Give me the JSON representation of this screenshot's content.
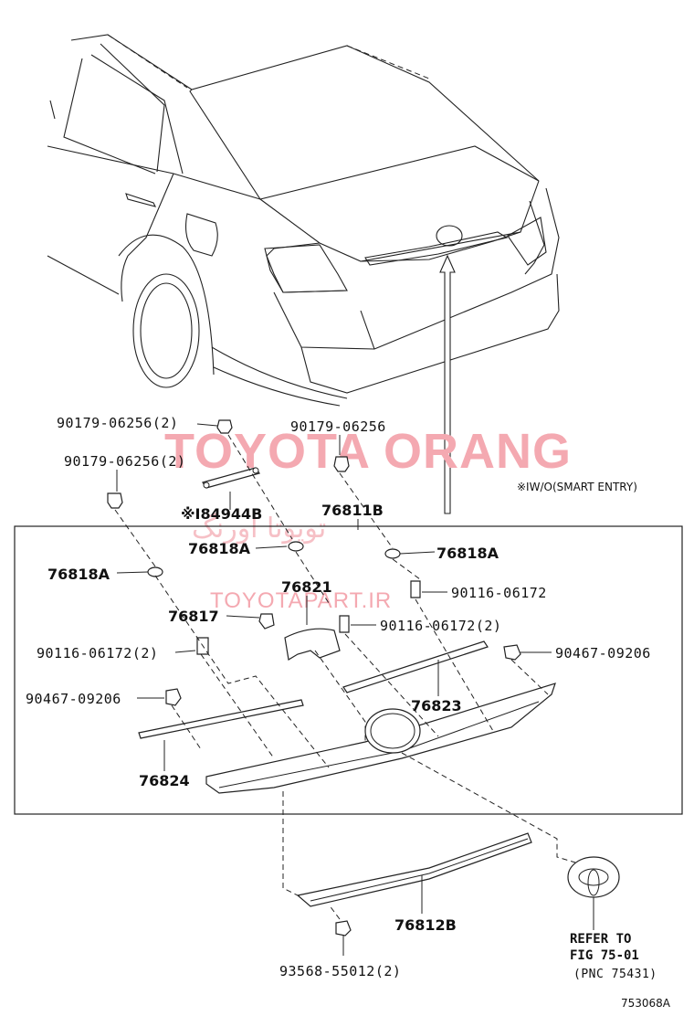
{
  "watermark": {
    "brand": "TOYOTA ORANG",
    "persian": "تویوتا اورنگ",
    "site": "TOYOTAPART.IR"
  },
  "note": "※ⅠW/O(SMART ENTRY)",
  "labels": {
    "p90179_2_top": "90179-06256(2)",
    "p90179_top_mid": "90179-06256",
    "p90179_2_left": "90179-06256(2)",
    "p84944b": "※Ⅰ84944B",
    "p76811b": "76811B",
    "p76818a_mid": "76818A",
    "p76818a_right": "76818A",
    "p76818a_left": "76818A",
    "p76821": "76821",
    "p90116_right": "90116-06172",
    "p76817": "76817",
    "p90116_mid": "90116-06172(2)",
    "p90116_left": "90116-06172(2)",
    "p90467_right": "90467-09206",
    "p90467_left": "90467-09206",
    "p76823": "76823",
    "p76824": "76824",
    "p76812b": "76812B",
    "p93568": "93568-55012(2)"
  },
  "refer": {
    "line1": "REFER TO",
    "line2": "FIG 75-01",
    "line3": "(PNC 75431)"
  },
  "figure_code": "753068A"
}
